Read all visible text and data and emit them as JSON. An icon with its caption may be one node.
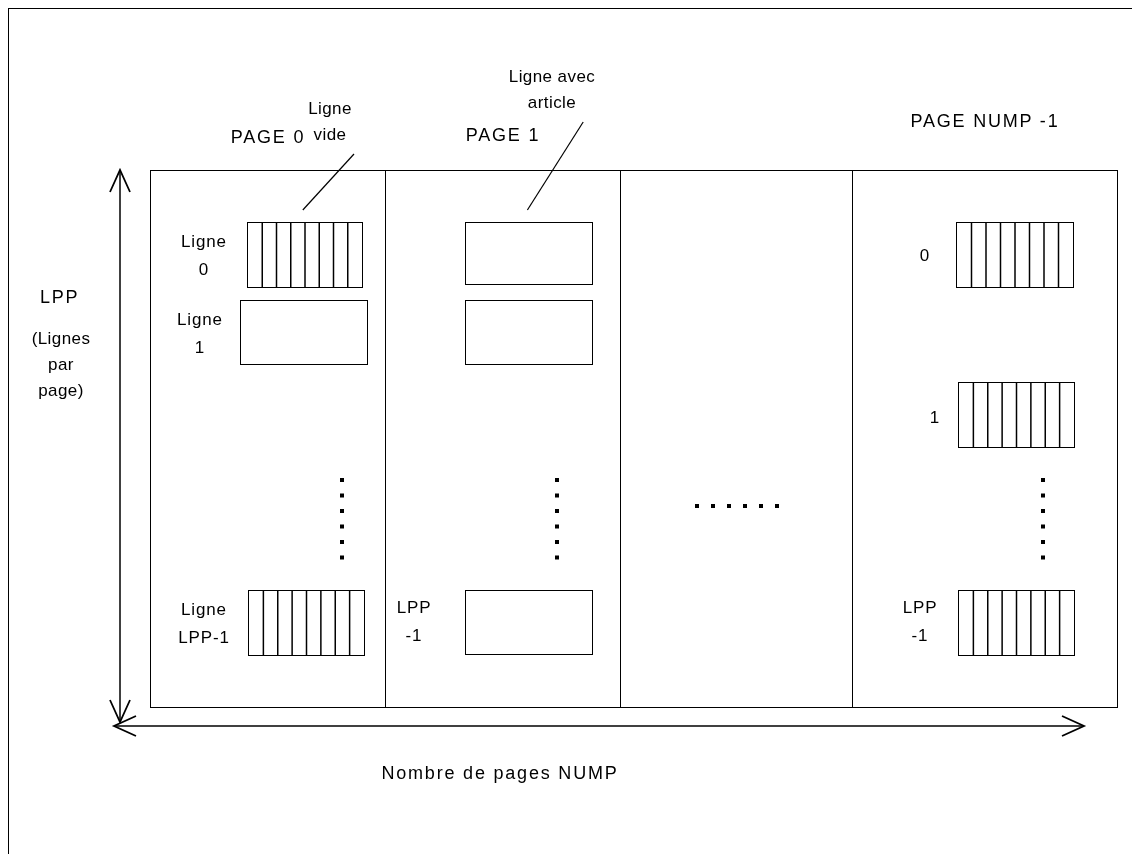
{
  "diagram": {
    "nodes": [
      {
        "text": [
          "PAGE 0"
        ]
      },
      {
        "text": [],
        "shape": "grid",
        "in": 0,
        "beside": [
          "Ligne 0"
        ]
      },
      {
        "text": [],
        "shape": "box",
        "in": 0,
        "beside": [
          "Ligne 1"
        ]
      },
      {
        "text": [],
        "shape": "grid",
        "in": 0,
        "beside": [
          "Ligne LPP-1"
        ]
      },
      {
        "text": [
          "PAGE 1"
        ]
      },
      {
        "text": [],
        "shape": "box",
        "in": 4
      },
      {
        "text": [],
        "shape": "box",
        "in": 4
      },
      {
        "text": [],
        "shape": "box",
        "in": 4,
        "beside": [
          "LPP -1"
        ]
      },
      {
        "text": [],
        "shape": "box"
      },
      {
        "text": [
          "PAGE NUMP -1"
        ]
      },
      {
        "text": [],
        "shape": "grid",
        "in": 9,
        "beside": [
          "0"
        ]
      },
      {
        "text": [],
        "shape": "grid",
        "in": 9,
        "beside": [
          "1"
        ]
      },
      {
        "text": [],
        "shape": "grid",
        "in": 9,
        "beside": [
          "LPP -1"
        ]
      },
      {
        "text": [
          "Ligne vide"
        ]
      },
      {
        "text": [
          "Ligne avec article"
        ]
      }
    ],
    "edges": [
      {
        "from": 13,
        "to": 1,
        "arrow": "none"
      },
      {
        "from": 14,
        "to": 5,
        "arrow": "none"
      }
    ],
    "labels": [
      "LPP",
      "(Lignes par page)",
      "Nombre de pages NUMP"
    ]
  }
}
